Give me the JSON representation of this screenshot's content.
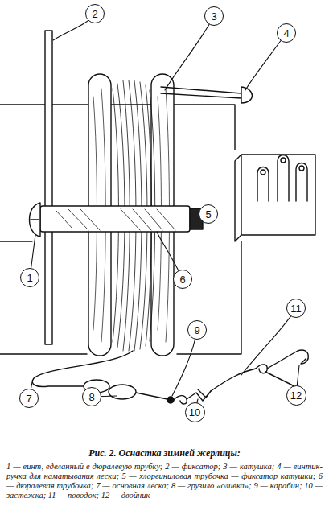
{
  "diagram": {
    "caption": "Рис. 2. Оснастка зимней жерлицы:",
    "nodes": [
      {
        "text": [
          "1"
        ]
      },
      {
        "text": [
          "2"
        ]
      },
      {
        "text": [
          "3"
        ]
      },
      {
        "text": [
          "4"
        ]
      },
      {
        "text": [
          "5"
        ]
      },
      {
        "text": [
          "6"
        ]
      },
      {
        "text": [
          "7"
        ]
      },
      {
        "text": [
          "8"
        ]
      },
      {
        "text": [
          "9"
        ]
      },
      {
        "text": [
          "10"
        ]
      },
      {
        "text": [
          "11"
        ]
      },
      {
        "text": [
          "12"
        ]
      }
    ],
    "labels": [
      "1 — винт, вделанный в дюралевую трубку; 2 — фиксатор; 3 — катушка; 4 — винтик-ручка для наматывания лески; 5 — хлорвиниловая трубочка — фиксатор катушки; 6 — дюралевая трубочка; 7 — основная леска; 8 — грузило «оливка»; 9 — карабин; 10 — застежка; 11 — поводок; 12 — двойник"
    ]
  }
}
